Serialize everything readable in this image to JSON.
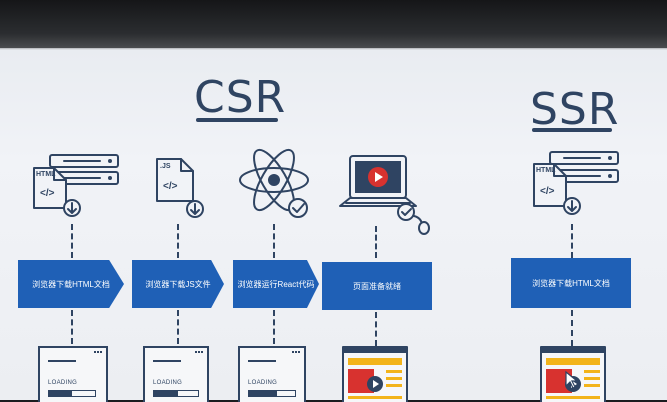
{
  "titles": {
    "csr": "CSR",
    "ssr": "SSR"
  },
  "doc_icons": {
    "html": "HTML",
    "js": ".JS",
    "code": "</>"
  },
  "steps": {
    "csr_1": "浏览器下载HTML文档",
    "csr_2": "浏览器下载JS文件",
    "csr_3": "浏览器运行React代码",
    "csr_4": "页面准备就绪",
    "ssr_1": "浏览器下载HTML文档"
  },
  "loading_label": "LOADING",
  "loading_progress": [
    0.5,
    0.55,
    0.6
  ],
  "colors": {
    "navy": "#2f4462",
    "step_blue": "#1f60b6",
    "red": "#d8322f",
    "yellow": "#f3b41b"
  },
  "icons": [
    "server-icon",
    "html-document-icon",
    "js-document-icon",
    "download-icon",
    "react-atom-icon",
    "check-icon",
    "laptop-icon",
    "play-icon",
    "mouse-icon",
    "cursor-icon"
  ]
}
